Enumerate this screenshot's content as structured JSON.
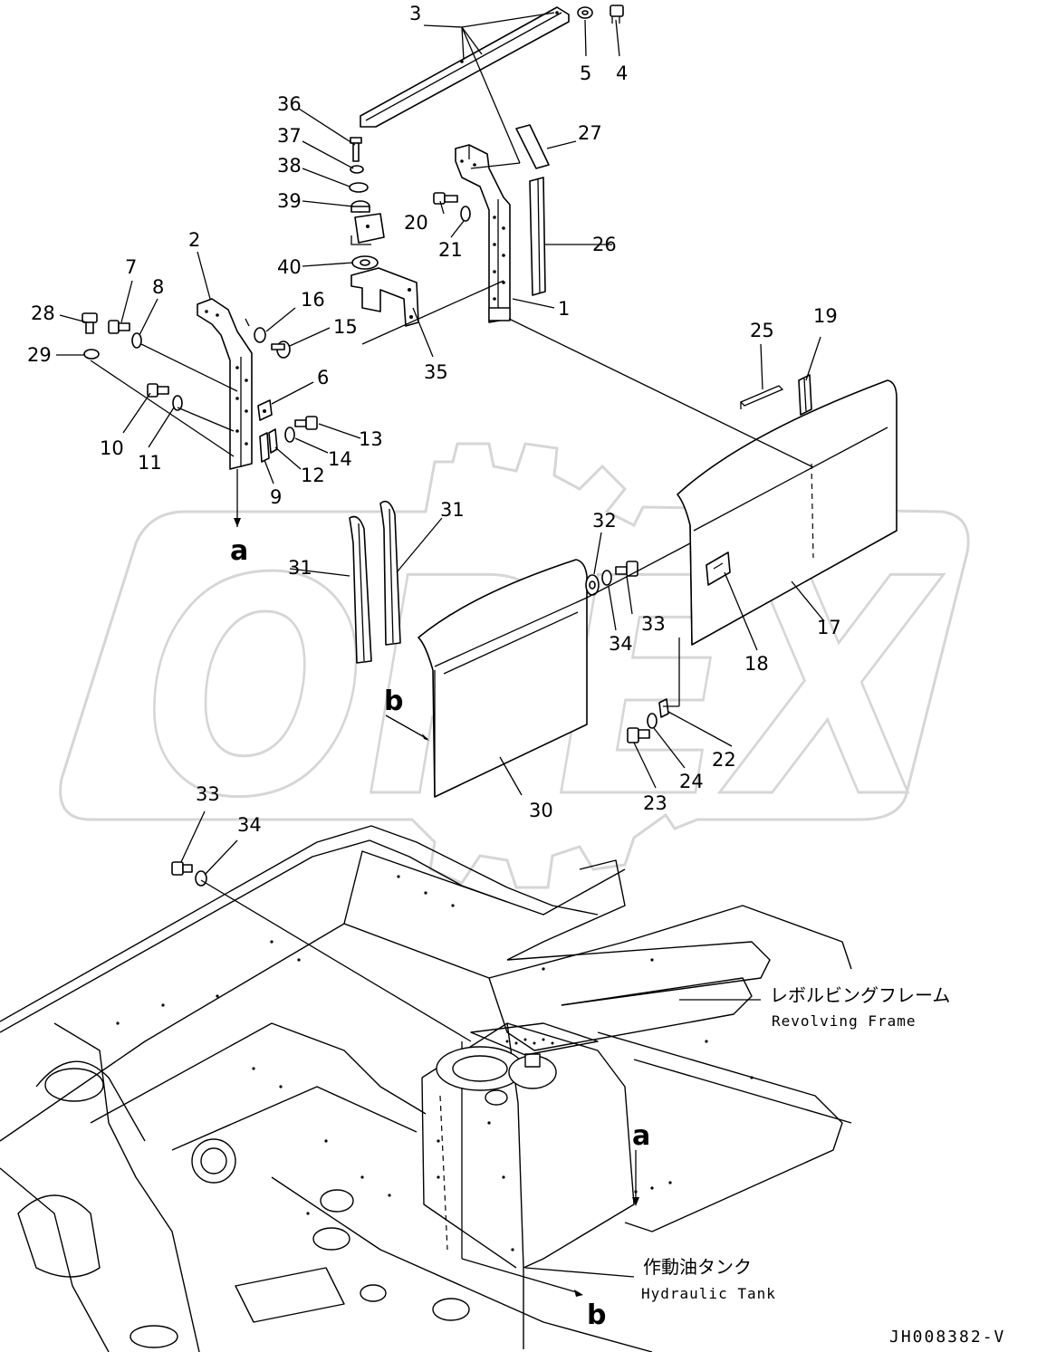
{
  "callouts": [
    {
      "id": "3",
      "text": "3"
    },
    {
      "id": "5",
      "text": "5"
    },
    {
      "id": "4",
      "text": "4"
    },
    {
      "id": "36",
      "text": "36"
    },
    {
      "id": "37",
      "text": "37"
    },
    {
      "id": "38",
      "text": "38"
    },
    {
      "id": "39",
      "text": "39"
    },
    {
      "id": "27",
      "text": "27"
    },
    {
      "id": "20",
      "text": "20"
    },
    {
      "id": "21",
      "text": "21"
    },
    {
      "id": "26",
      "text": "26"
    },
    {
      "id": "40",
      "text": "40"
    },
    {
      "id": "2",
      "text": "2"
    },
    {
      "id": "7",
      "text": "7"
    },
    {
      "id": "8",
      "text": "8"
    },
    {
      "id": "16",
      "text": "16"
    },
    {
      "id": "28",
      "text": "28"
    },
    {
      "id": "15",
      "text": "15"
    },
    {
      "id": "1",
      "text": "1"
    },
    {
      "id": "29",
      "text": "29"
    },
    {
      "id": "35",
      "text": "35"
    },
    {
      "id": "25",
      "text": "25"
    },
    {
      "id": "19",
      "text": "19"
    },
    {
      "id": "6",
      "text": "6"
    },
    {
      "id": "13",
      "text": "13"
    },
    {
      "id": "10",
      "text": "10"
    },
    {
      "id": "14",
      "text": "14"
    },
    {
      "id": "11",
      "text": "11"
    },
    {
      "id": "12",
      "text": "12"
    },
    {
      "id": "9",
      "text": "9"
    },
    {
      "id": "31a",
      "text": "31"
    },
    {
      "id": "32",
      "text": "32"
    },
    {
      "id": "31b",
      "text": "31"
    },
    {
      "id": "33a",
      "text": "33"
    },
    {
      "id": "17",
      "text": "17"
    },
    {
      "id": "34a",
      "text": "34"
    },
    {
      "id": "18",
      "text": "18"
    },
    {
      "id": "22",
      "text": "22"
    },
    {
      "id": "24",
      "text": "24"
    },
    {
      "id": "23",
      "text": "23"
    },
    {
      "id": "30",
      "text": "30"
    },
    {
      "id": "33b",
      "text": "33"
    },
    {
      "id": "34b",
      "text": "34"
    }
  ],
  "reference_marks": {
    "a_top": "a",
    "b_left": "b",
    "a_right": "a",
    "b_bottom": "b"
  },
  "labels": {
    "revolving_frame_jp": "レボルビングフレーム",
    "revolving_frame_en": "Revolving Frame",
    "hydraulic_tank_jp": "作動油タンク",
    "hydraulic_tank_en": "Hydraulic Tank"
  },
  "drawing_code": "JH008382-V",
  "watermark_text": "OPEX",
  "colors": {
    "line": "#000000",
    "watermark": "#d6d6d6",
    "background": "#ffffff"
  }
}
